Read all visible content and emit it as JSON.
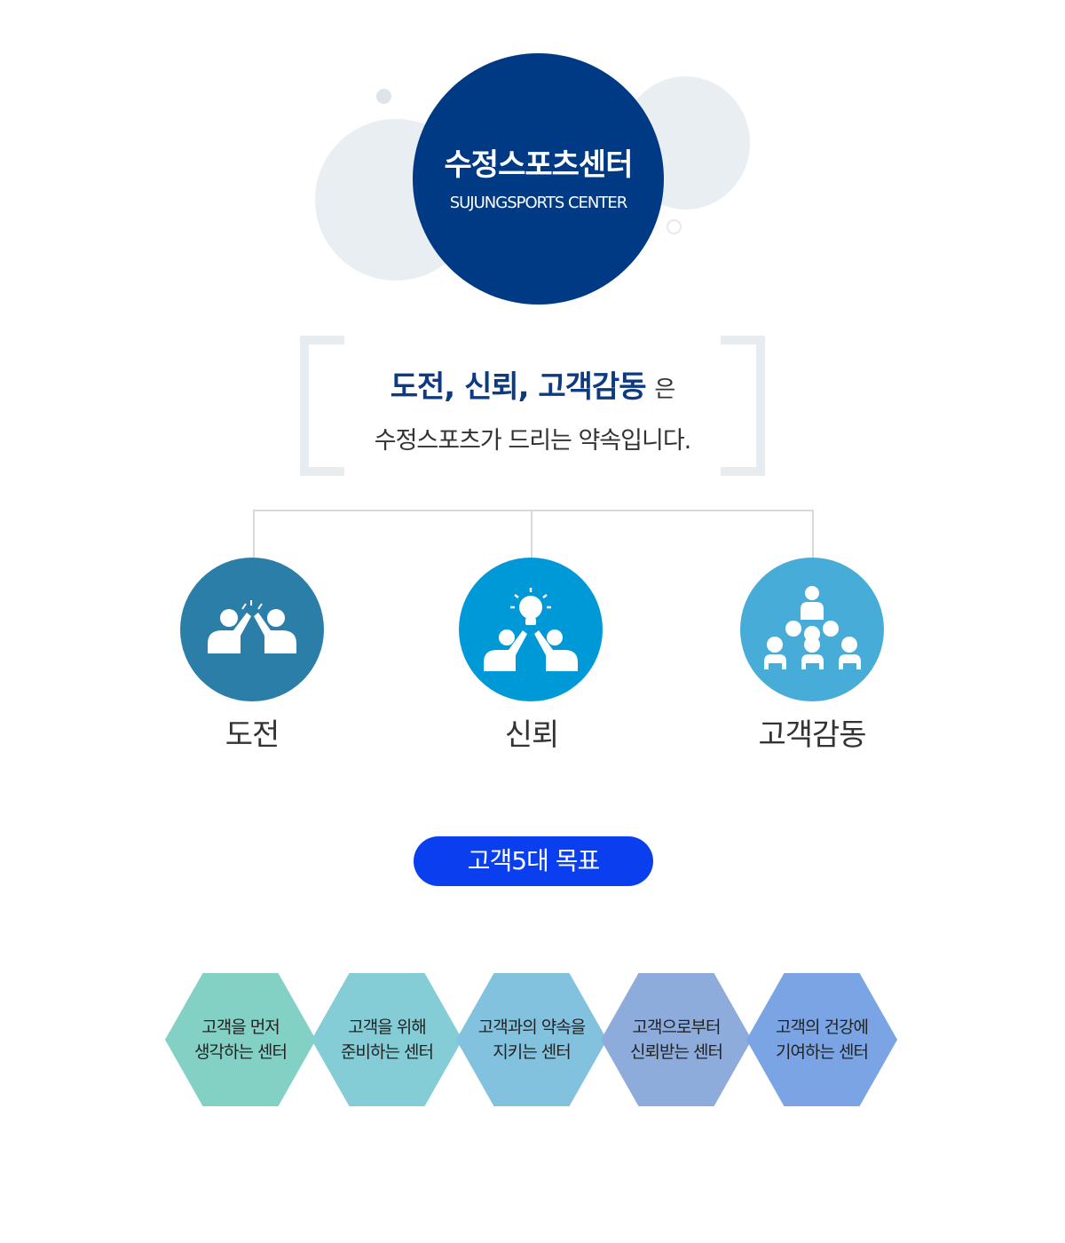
{
  "header": {
    "title": "수정스포츠센터",
    "subtitle": "SUJUNGSPORTS CENTER"
  },
  "promise": {
    "highlight": "도전, 신뢰, 고객감동",
    "particle": "은",
    "line2": "수정스포츠가 드리는 약속입니다."
  },
  "values": [
    {
      "label": "도전",
      "icon": "high-five-icon",
      "color": "#2b7ea8"
    },
    {
      "label": "신뢰",
      "icon": "idea-bulb-icon",
      "color": "#0099d8"
    },
    {
      "label": "고객감동",
      "icon": "audience-icon",
      "color": "#47acd7"
    }
  ],
  "goals": {
    "badge": "고객5대 목표",
    "items": [
      {
        "line1": "고객을 먼저",
        "line2": "생각하는 센터",
        "color": "#83d0c4"
      },
      {
        "line1": "고객을 위해",
        "line2": "준비하는 센터",
        "color": "#84cdd7"
      },
      {
        "line1": "고객과의 약속을",
        "line2": "지키는 센터",
        "color": "#82c2de"
      },
      {
        "line1": "고객으로부터",
        "line2": "신뢰받는 센터",
        "color": "#8dacdc"
      },
      {
        "line1": "고객의 건강에",
        "line2": "기여하는 센터",
        "color": "#7aa4e3"
      }
    ]
  },
  "colors": {
    "brand_navy": "#003a85",
    "badge_blue": "#0a3ff0"
  }
}
